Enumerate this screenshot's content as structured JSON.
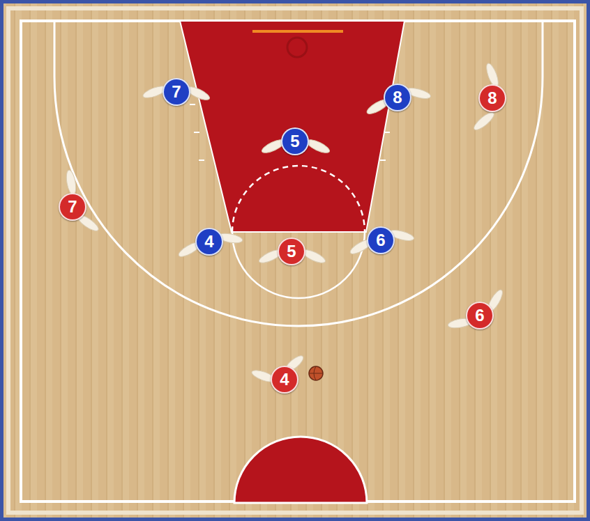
{
  "diagram": {
    "nodes": [
      {
        "text": [
          "7"
        ]
      },
      {
        "text": [
          "8"
        ]
      },
      {
        "text": [
          "8"
        ]
      },
      {
        "text": [
          "5"
        ]
      },
      {
        "text": [
          "7"
        ]
      },
      {
        "text": [
          "4"
        ]
      },
      {
        "text": [
          "5"
        ]
      },
      {
        "text": [
          "6"
        ]
      },
      {
        "text": [
          "6"
        ]
      },
      {
        "text": [
          "4"
        ]
      }
    ]
  }
}
